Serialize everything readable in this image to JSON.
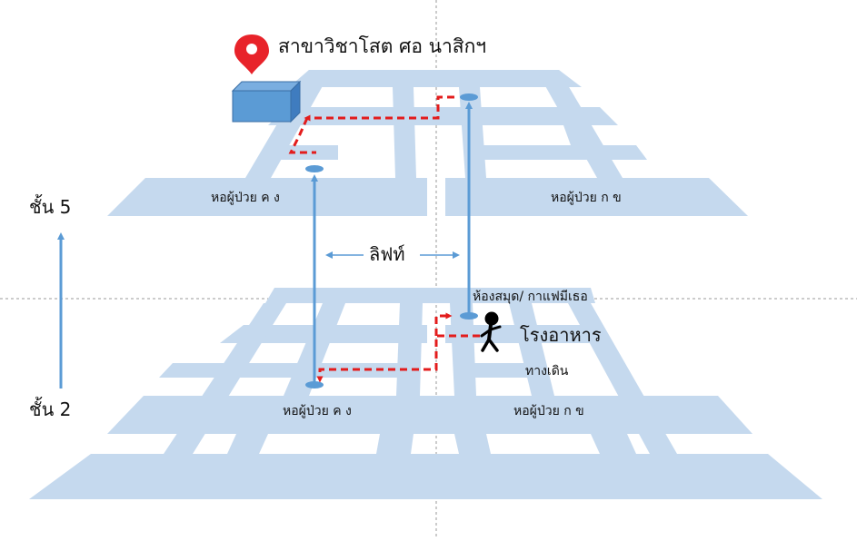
{
  "destination": {
    "label": "สาขาวิชาโสต ศอ นาสิกฯ"
  },
  "floors": {
    "upper": {
      "label": "ชั้น 5"
    },
    "lower": {
      "label": "ชั้น 2"
    }
  },
  "upper_building": {
    "ward_left": "หอผู้ป่วย ค ง",
    "ward_right": "หอผู้ป่วย ก ข"
  },
  "lower_building": {
    "ward_left": "หอผู้ป่วย ค ง",
    "ward_right": "หอผู้ป่วย ก ข",
    "library_cafe": "ห้องสมุด/ กาแฟมีเธอ",
    "cafeteria": "โรงอาหาร",
    "walkway": "ทางเดิน"
  },
  "lift": {
    "label": "ลิฟท์"
  },
  "colors": {
    "floor_plan": "#c5d9ee",
    "lift_line": "#5b9bd5",
    "route": "#e31c1c",
    "building_block": "#5b9bd5",
    "pin": "#e8232a"
  },
  "icons": {
    "destination": "map-pin-icon",
    "building": "building-block-icon",
    "person": "walking-person-icon",
    "floor_direction": "arrow-up-icon"
  }
}
